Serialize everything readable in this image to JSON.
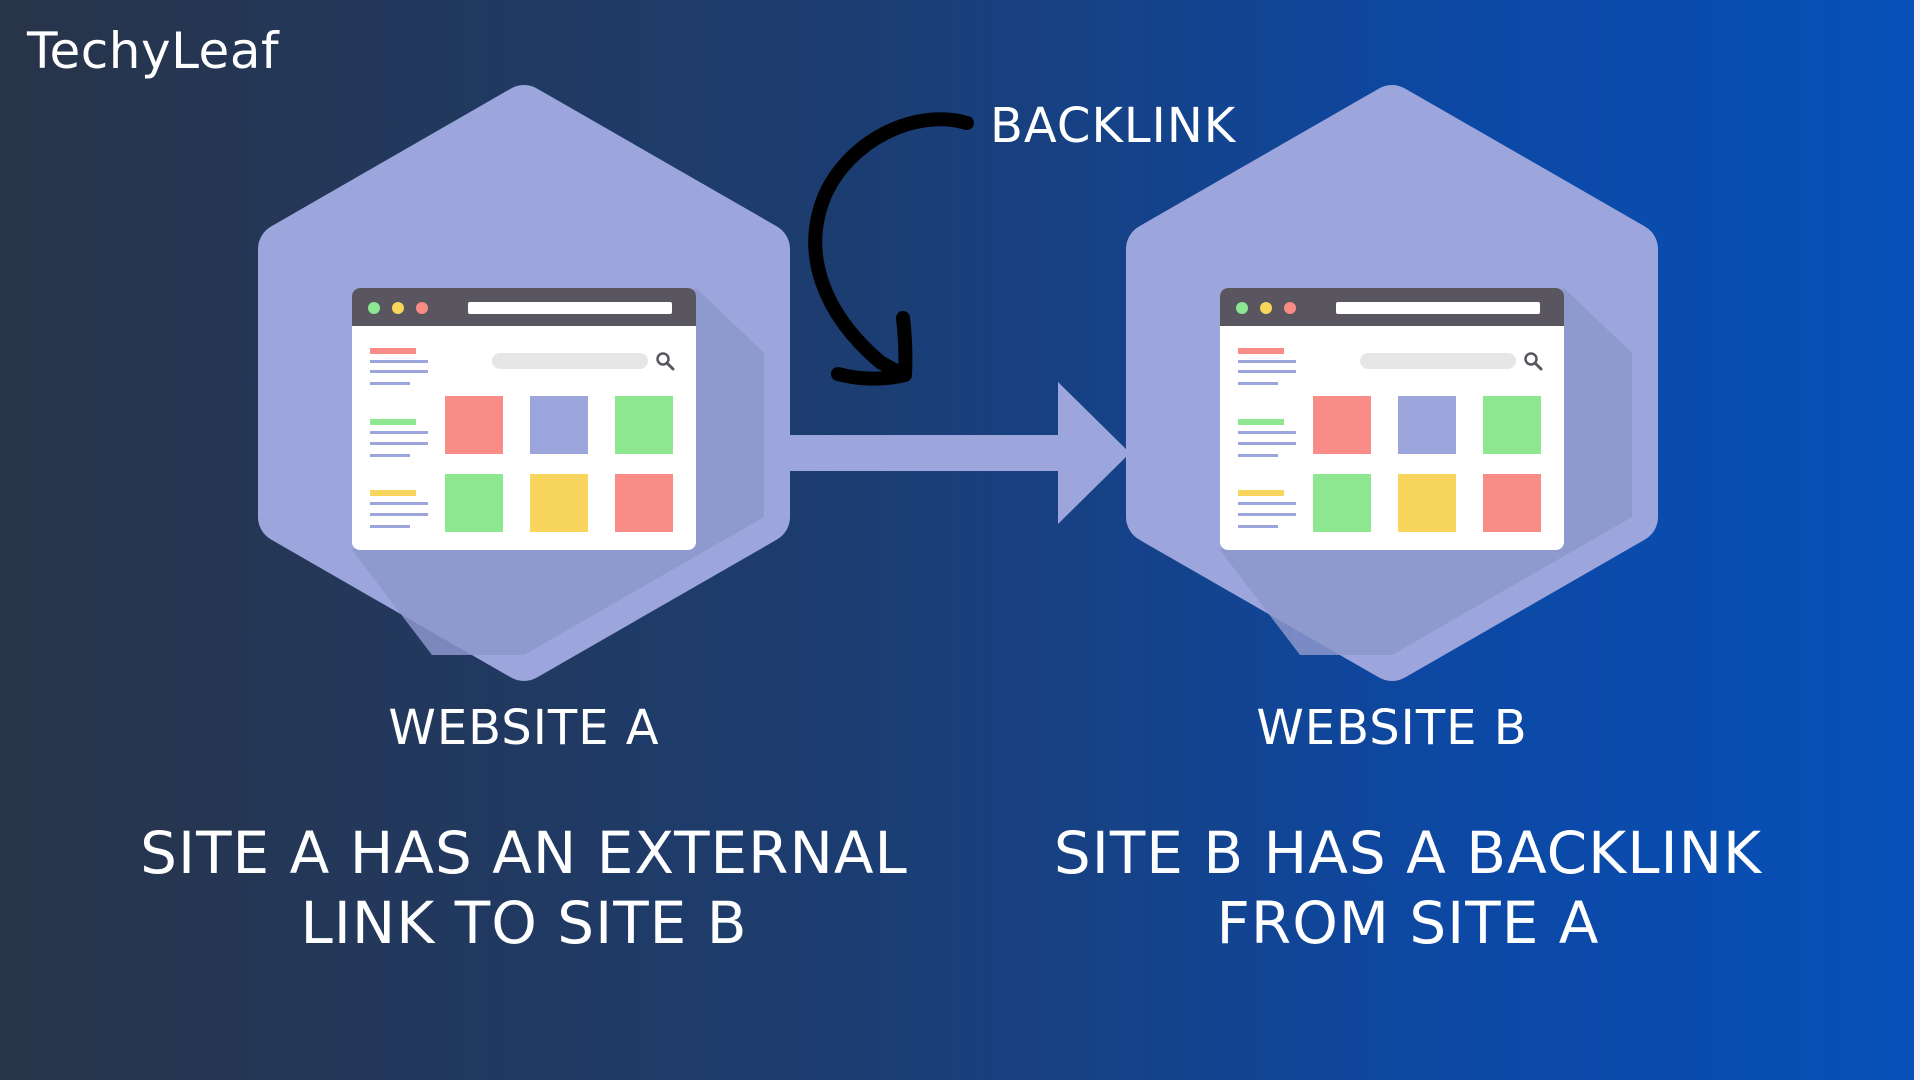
{
  "brand": "TechyLeaf",
  "backlink_label": "BACKLINK",
  "site_a": {
    "label": "WEBSITE A",
    "description": [
      "SITE A HAS AN EXTERNAL",
      "LINK TO SITE B"
    ]
  },
  "site_b": {
    "label": "WEBSITE B",
    "description": [
      "SITE B HAS A BACKLINK",
      "FROM SITE A"
    ]
  },
  "colors": {
    "hexagon": "#9ca6dc",
    "arrow": "#9ca6dc",
    "browser_bar": "#5a5660",
    "tile_red": "#fa8c87",
    "tile_blue": "#9ca6dc",
    "tile_green": "#8de690",
    "tile_yellow": "#f8d55c"
  },
  "icons": {
    "browser": "browser-window-icon",
    "search": "search-icon",
    "curved_arrow": "curved-arrow-icon",
    "straight_arrow": "right-arrow-icon"
  }
}
